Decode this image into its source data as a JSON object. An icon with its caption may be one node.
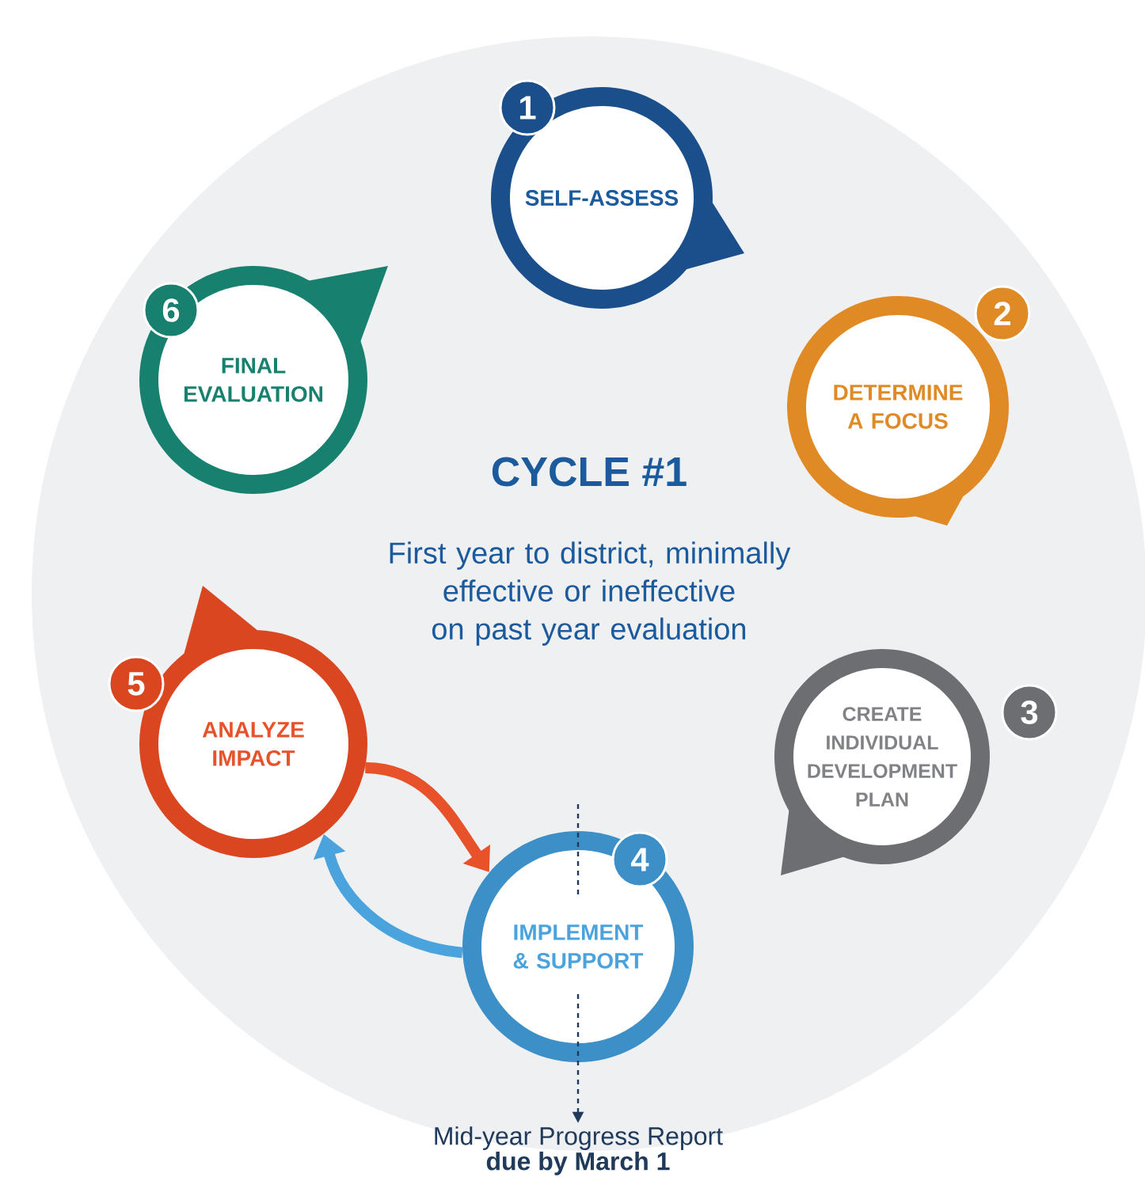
{
  "diagram": {
    "title": "CYCLE #1",
    "nodes": [
      {
        "text": [
          "1",
          "SELF-ASSESS"
        ]
      },
      {
        "text": [
          "2",
          "DETERMINE A FOCUS"
        ]
      },
      {
        "text": [
          "CREATE INDIVIDUAL DEVELOPMENT PLAN",
          "3"
        ]
      },
      {
        "text": [
          "4",
          "IMPLEMENT & SUPPORT"
        ]
      },
      {
        "text": [
          "5",
          "ANALYZE IMPACT"
        ]
      },
      {
        "text": [
          "6",
          "FINAL EVALUATION"
        ]
      },
      {
        "text": [
          "Mid-year Progress Report",
          "due by March 1"
        ]
      }
    ],
    "edges": [
      {
        "from": 4,
        "to": 3,
        "arrow": "to",
        "color": "#e8522a"
      },
      {
        "from": 3,
        "to": 4,
        "arrow": "to",
        "color": "#4aa3dc"
      },
      {
        "from": null,
        "to": 6,
        "arrow": "to",
        "style": "dashed",
        "color": "#1f3a5a"
      }
    ],
    "labels": [
      "First year to district, minimally effective or ineffective on past year evaluation"
    ]
  }
}
